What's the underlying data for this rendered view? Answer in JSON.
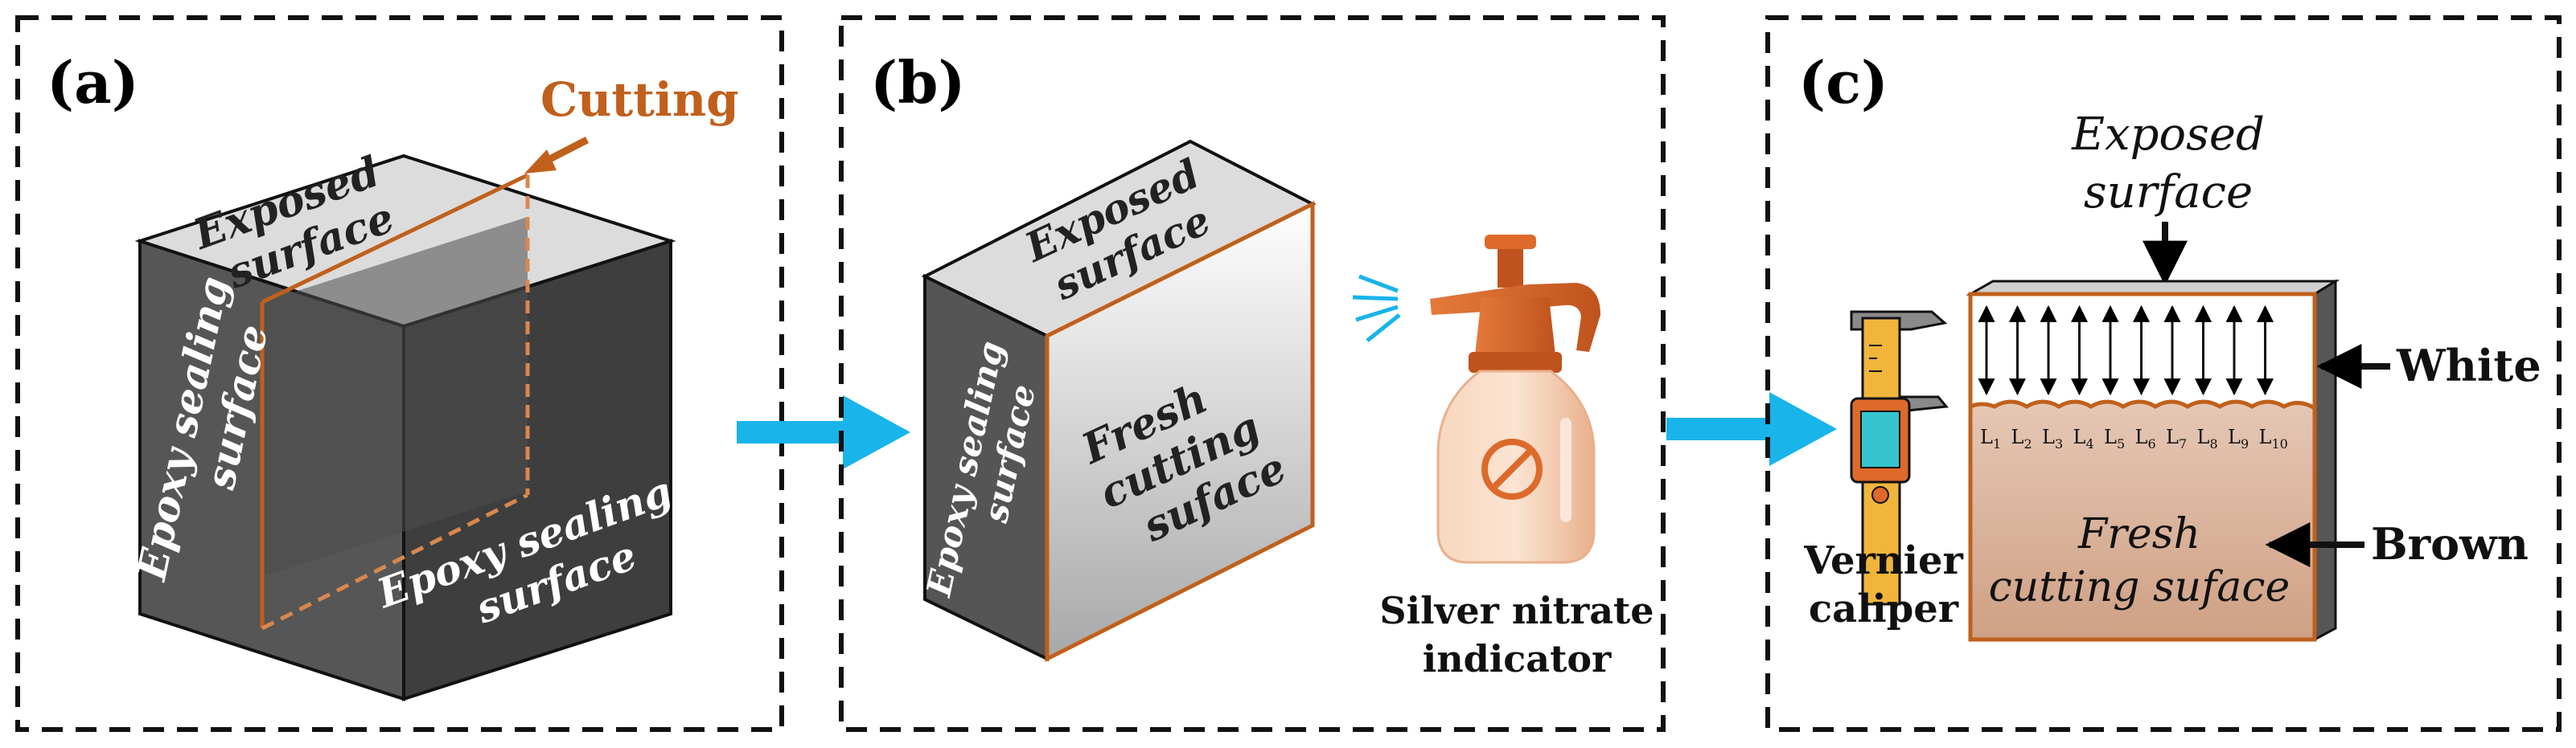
{
  "panels": {
    "a": {
      "label": "(a)",
      "cutting": "Cutting",
      "exposed_1": "Exposed",
      "exposed_2": "surface",
      "epoxy_left_1": "Epoxy sealing",
      "epoxy_left_2": "surface",
      "epoxy_right_1": "Epoxy sealing",
      "epoxy_right_2": "surface"
    },
    "b": {
      "label": "(b)",
      "exposed_1": "Exposed",
      "exposed_2": "surface",
      "epoxy_1": "Epoxy sealing",
      "epoxy_2": "surface",
      "fresh_1": "Fresh",
      "fresh_2": "cutting",
      "fresh_3": "suface",
      "indicator_1": "Silver nitrate",
      "indicator_2": "indicator"
    },
    "c": {
      "label": "(c)",
      "exposed_1": "Exposed",
      "exposed_2": "surface",
      "white": "White",
      "brown": "Brown",
      "fresh_1": "Fresh",
      "fresh_2": "cutting suface",
      "caliper_1": "Vernier",
      "caliper_2": "caliper",
      "measure_letter": "L",
      "measure_subs": [
        "1",
        "2",
        "3",
        "4",
        "5",
        "6",
        "7",
        "8",
        "9",
        "10"
      ]
    }
  },
  "colors": {
    "cut_line": "#c0601c",
    "arrow_blue": "#19b4ea",
    "dark_face": "#4a4a4a",
    "top_face": "#dedede",
    "brown_zone": "#d8a88c",
    "bottle": "#f3c3a0",
    "cap": "#dd6a2a"
  }
}
